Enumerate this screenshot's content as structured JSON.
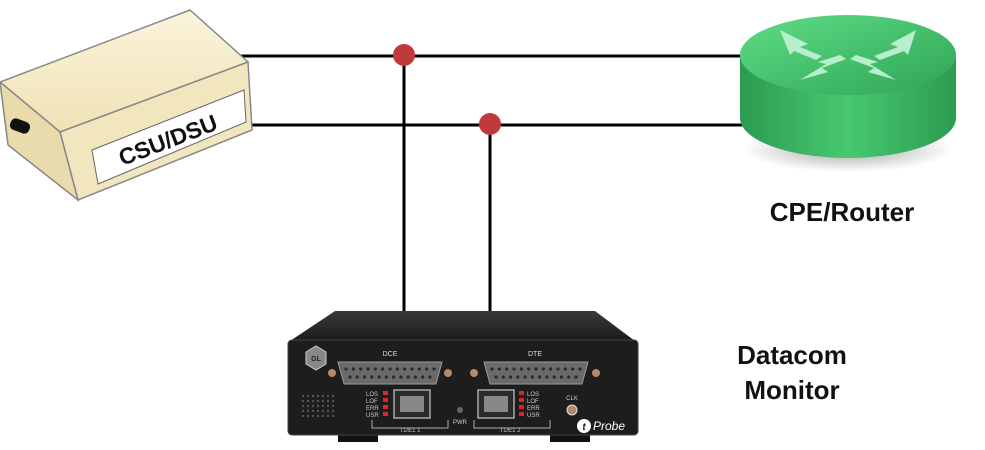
{
  "nodes": {
    "csu_dsu": {
      "label": "CSU/DSU"
    },
    "router": {
      "label": "CPE/Router"
    },
    "monitor": {
      "label_line1": "Datacom",
      "label_line2": "Monitor",
      "port_dce": "DCE",
      "port_dte": "DTE",
      "port1_label": "T1/E1 1",
      "port2_label": "T1/E1 2",
      "pwr": "PWR",
      "clk": "CLK",
      "brand": "Probe",
      "logo_letter": "t",
      "badge": "GL",
      "led_labels": [
        "LOS",
        "LOF",
        "ERR",
        "USR"
      ]
    }
  },
  "colors": {
    "line": "#000000",
    "tap_point": "#c0393c",
    "router_green": "#3fbf67",
    "csu_body": "#f6ecc8"
  }
}
